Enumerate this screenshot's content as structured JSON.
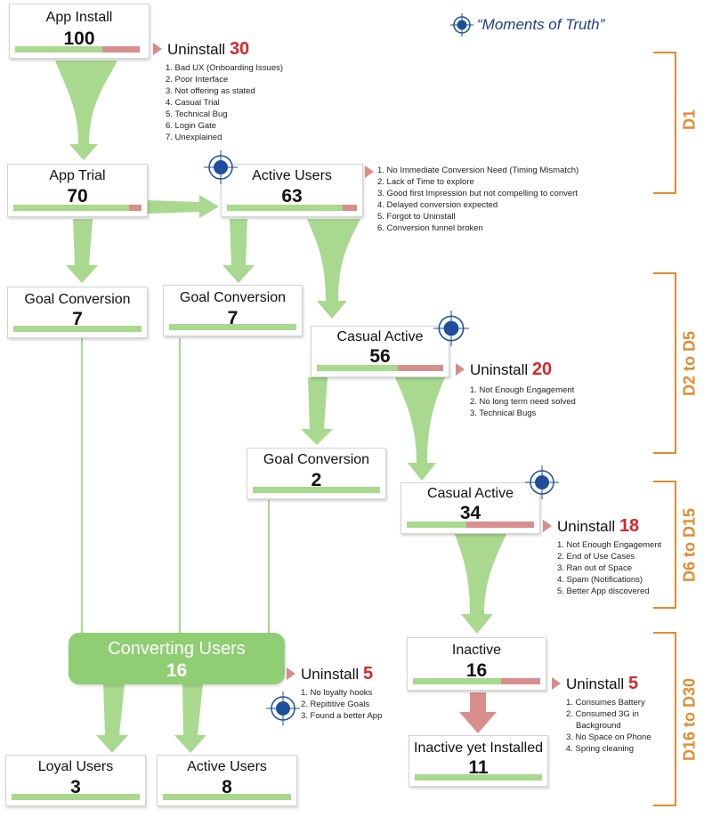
{
  "legend": {
    "label": "“Moments of Truth”",
    "icon": "crosshair-target-icon"
  },
  "colors": {
    "flow_green": "#a8d98e",
    "uninstall_red": "#d98e8e",
    "count_red": "#d9262b",
    "phase_orange": "#e38a2e",
    "target_blue": "#1f4f9a"
  },
  "nodes": {
    "app_install": {
      "title": "App Install",
      "value": "100",
      "share": 0.7
    },
    "app_trial": {
      "title": "App Trial",
      "value": "70",
      "share": 0.9
    },
    "active_users": {
      "title": "Active Users",
      "value": "63",
      "share": 0.89
    },
    "goal_conv_1": {
      "title": "Goal Conversion",
      "value": "7",
      "share": 1.0
    },
    "goal_conv_2": {
      "title": "Goal Conversion",
      "value": "7",
      "share": 1.0
    },
    "casual_active_1": {
      "title": "Casual Active",
      "value": "56",
      "share": 0.64
    },
    "goal_conv_3": {
      "title": "Goal Conversion",
      "value": "2",
      "share": 1.0
    },
    "casual_active_2": {
      "title": "Casual Active",
      "value": "34",
      "share": 0.47
    },
    "converting_users": {
      "title": "Converting Users",
      "value": "16"
    },
    "inactive": {
      "title": "Inactive",
      "value": "16",
      "share": 0.69
    },
    "loyal_users": {
      "title": "Loyal Users",
      "value": "3",
      "share": 1.0
    },
    "active_users_final": {
      "title": "Active Users",
      "value": "8",
      "share": 1.0
    },
    "inactive_installed": {
      "title": "Inactive yet Installed",
      "value": "11",
      "share": 1.0
    }
  },
  "uninstalls": {
    "u1": {
      "label": "Uninstall",
      "count": "30",
      "reasons": [
        "1. Bad UX (Onboarding Issues)",
        "2. Poor Interface",
        "3. Not offering as stated",
        "4. Casual  Trial",
        "5. Technical Bug",
        "6. Login Gate",
        "7. Unexplained"
      ]
    },
    "u2": {
      "reasons": [
        "1. No Immediate Conversion Need (Timing Mismatch)",
        "2. Lack of Time to explore",
        "3. Good first Impression but not compelling to convert",
        "4. Delayed conversion expected",
        "5. Forgot to Uninstall",
        "6. Conversion funnel broken"
      ]
    },
    "u3": {
      "label": "Uninstall",
      "count": "20",
      "reasons": [
        "1. Not Enough Engagement",
        "2. No long term need solved",
        "3. Technical Bugs"
      ]
    },
    "u4": {
      "label": "Uninstall",
      "count": "18",
      "reasons": [
        "1. Not Enough Engagement",
        "2. End of Use Cases",
        "3. Ran out of Space",
        "4. Spam (Notifications)",
        "5. Better App discovered"
      ]
    },
    "u5": {
      "label": "Uninstall",
      "count": "5",
      "reasons": [
        "1. No loyalty hooks",
        "2. Repititive Goals",
        "3. Found a better App"
      ]
    },
    "u6": {
      "label": "Uninstall",
      "count": "5",
      "reasons": [
        "1. Consumes Battery",
        "2. Consumed 3G in Background",
        "3. No Space on Phone",
        "4. Spring cleaning"
      ]
    }
  },
  "phases": {
    "d1": "D1",
    "d2_d5": "D2 to D5",
    "d6_d15": "D6 to D15",
    "d16_d30": "D16 to D30"
  }
}
